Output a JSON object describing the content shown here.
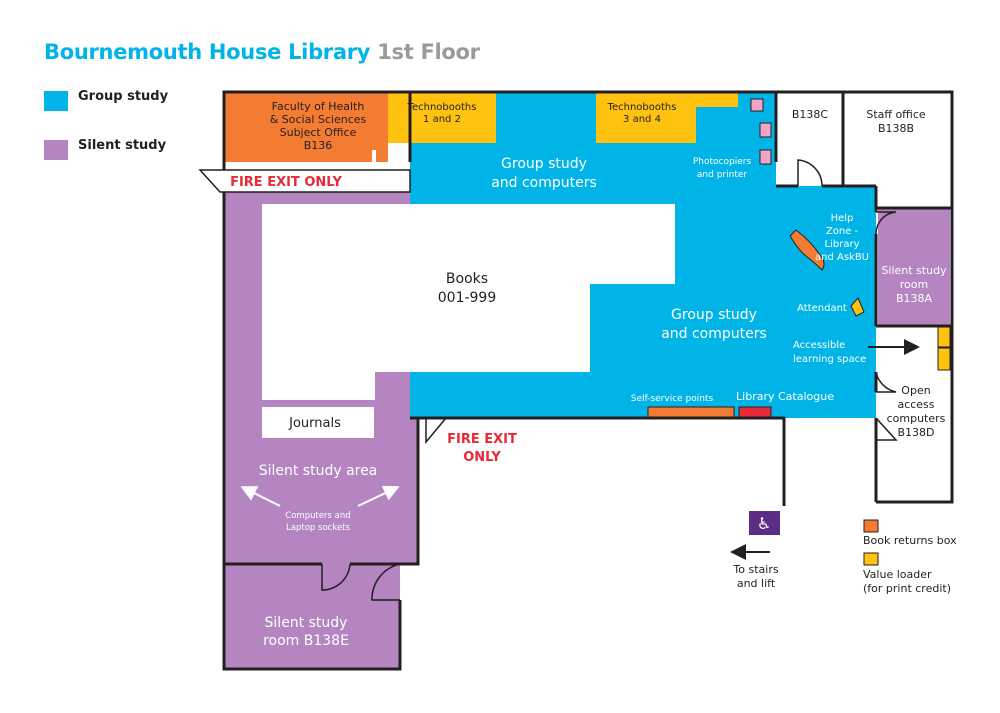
{
  "header": {
    "title": "Bournemouth House Library",
    "subtitle": "1st Floor"
  },
  "legend": [
    {
      "label": "Group study",
      "color": "#00b4e8"
    },
    {
      "label": "Silent study",
      "color": "#b585c2"
    }
  ],
  "colors": {
    "group_study": "#00b4e8",
    "silent_study": "#b585c2",
    "office": "#f47b32",
    "technobooth": "#ffc20e",
    "fire_exit": "#e8293a",
    "photocopier": "#f2a6c6",
    "library_catalogue": "#e8293a",
    "accessible_sign": "#5b2d86"
  },
  "rooms": {
    "faculty_office": [
      "Faculty of Health",
      "& Social Sciences",
      "Subject Office",
      "B136"
    ],
    "technobooths_1_2": [
      "Technobooths",
      "1 and 2"
    ],
    "technobooths_3_4": [
      "Technobooths",
      "3 and 4"
    ],
    "b138c": "B138C",
    "staff_office": [
      "Staff office",
      "B138B"
    ],
    "group_study_top": [
      "Group study",
      "and computers"
    ],
    "group_study_right": [
      "Group study",
      "and computers"
    ],
    "photocopiers": [
      "Photocopiers",
      "and printer"
    ],
    "help_zone": [
      "Help",
      "Zone -",
      "Library",
      "and AskBU"
    ],
    "silent_room_b138a": [
      "Silent study",
      "room",
      "B138A"
    ],
    "attendant": "Attendant",
    "accessible": [
      "Accessible",
      "learning space"
    ],
    "open_access": [
      "Open",
      "access",
      "computers",
      "B138D"
    ],
    "books": [
      "Books",
      "001-999"
    ],
    "journals": "Journals",
    "silent_area": "Silent study area",
    "computers_sockets": [
      "Computers and",
      "Laptop sockets"
    ],
    "silent_room_b138e": [
      "Silent study",
      "room B138E"
    ],
    "self_service": "Self-service points",
    "library_catalogue": "Library Catalogue"
  },
  "fire_exits": {
    "top": "FIRE EXIT ONLY",
    "bottom": [
      "FIRE EXIT",
      "ONLY"
    ]
  },
  "directions": {
    "stairs": [
      "To stairs",
      "and lift"
    ]
  },
  "key": {
    "book_returns": "Book returns box",
    "value_loader": [
      "Value loader",
      "(for print credit)"
    ]
  },
  "icons": {
    "wheelchair": "wheelchair-icon"
  }
}
